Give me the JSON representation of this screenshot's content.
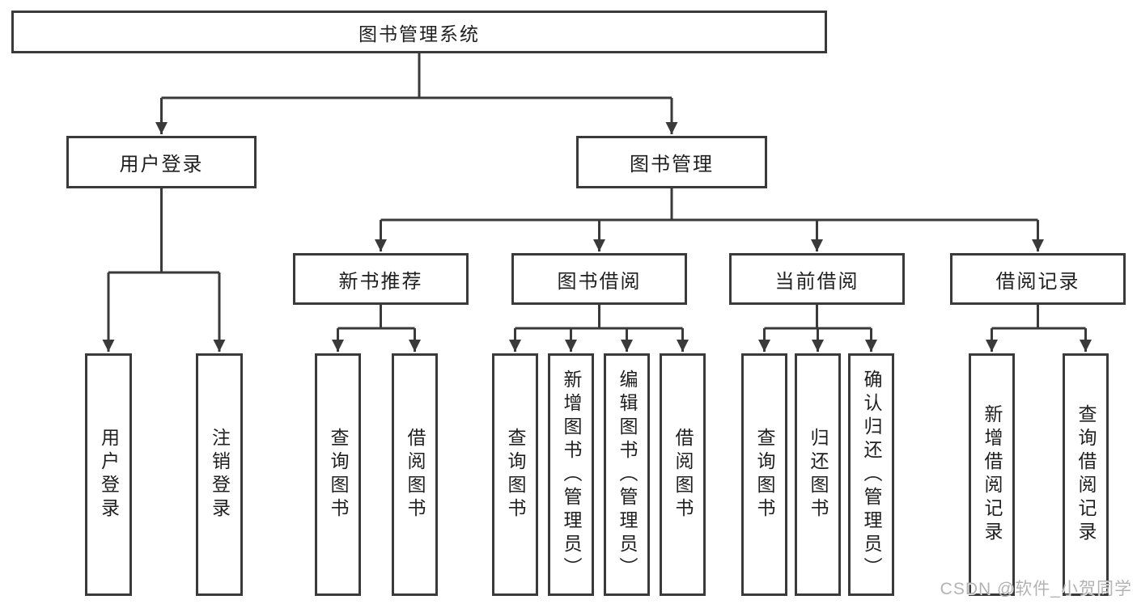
{
  "diagram": {
    "root": "图书管理系统",
    "level2": {
      "user_login": "用户登录",
      "book_management": "图书管理"
    },
    "level3": {
      "new_book_recommend": "新书推荐",
      "book_borrowing": "图书借阅",
      "current_borrowing": "当前借阅",
      "borrowing_records": "借阅记录"
    },
    "leaves": {
      "user_login": "用户登录",
      "logout": "注销登录",
      "recommend_query_books": "查询图书",
      "recommend_borrow_books": "借阅图书",
      "borrowing_query_books": "查询图书",
      "borrowing_add_books_admin": "新增图书（管理员）",
      "borrowing_edit_books_admin": "编辑图书（管理员）",
      "borrowing_borrow_books": "借阅图书",
      "current_query_books": "查询图书",
      "current_return_books": "归还图书",
      "current_confirm_return_admin": "确认归还（管理员）",
      "records_add_record": "新增借阅记录",
      "records_query_record": "查询借阅记录"
    }
  },
  "watermark": "CSDN @软件_小贺同学",
  "colors": {
    "line": "#3a3a3a",
    "text": "#1f1f1f",
    "watermark": "#b3b3b3",
    "background": "#ffffff"
  }
}
